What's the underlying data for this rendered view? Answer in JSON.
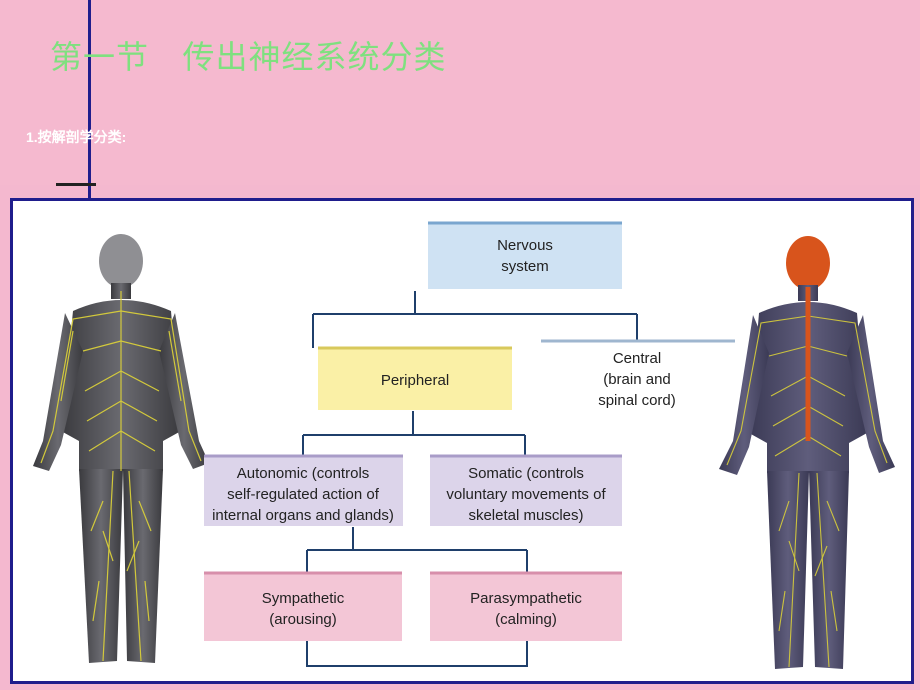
{
  "slide": {
    "title": "第一节   传出神经系统分类",
    "subtitle": "1.按解剖学分类:"
  },
  "diagram": {
    "nodes": {
      "nervous_system": [
        "Nervous",
        "system"
      ],
      "peripheral": [
        "Peripheral"
      ],
      "central": [
        "Central",
        "(brain and",
        "spinal cord)"
      ],
      "autonomic": [
        "Autonomic (controls",
        "self-regulated action of",
        "internal organs and glands)"
      ],
      "somatic": [
        "Somatic (controls",
        "voluntary movements of",
        "skeletal muscles)"
      ],
      "sympathetic": [
        "Sympathetic",
        "(arousing)"
      ],
      "parasympathetic": [
        "Parasympathetic",
        "(calming)"
      ]
    },
    "colors": {
      "blue_box": "#cfe2f3",
      "yellow_box": "#faf0a6",
      "lavender_box": "#dcd4ea",
      "pink_box": "#f3c6d6",
      "connector": "#1f3f6b",
      "frame": "#1f1d8c",
      "nerve": "#d9cf3a",
      "brain_spine": "#d8541c"
    }
  },
  "figures": {
    "left": "human-body-nervous-system-front",
    "right": "human-body-central-nervous-system-back"
  }
}
